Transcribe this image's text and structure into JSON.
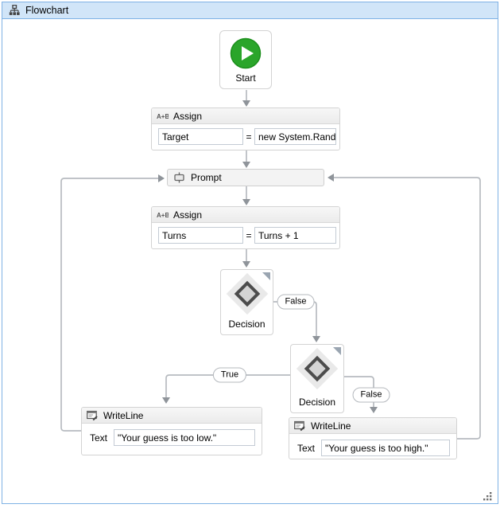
{
  "window": {
    "title": "Flowchart"
  },
  "colors": {
    "frame_border": "#7FB2E5",
    "titlebar_fill": "#D1E5F8",
    "connector_gray": "#B7BBC0",
    "arrow_gray": "#8F949A",
    "start_green": "#2AA52A"
  },
  "nodes": {
    "start": {
      "label": "Start"
    },
    "assign_target": {
      "title": "Assign",
      "lhs": "Target",
      "operator": "=",
      "rhs": "new System.Random"
    },
    "prompt": {
      "title": "Prompt"
    },
    "assign_turns": {
      "title": "Assign",
      "lhs": "Turns",
      "operator": "=",
      "rhs": "Turns + 1"
    },
    "decision_low": {
      "label": "Decision"
    },
    "decision_high": {
      "label": "Decision"
    },
    "writeline_low": {
      "title": "WriteLine",
      "field_label": "Text",
      "value": "\"Your guess is too low.\""
    },
    "writeline_high": {
      "title": "WriteLine",
      "field_label": "Text",
      "value": "\"Your guess is too high.\""
    }
  },
  "branch_labels": {
    "decision_low_false": "False",
    "decision_high_true": "True",
    "decision_high_false": "False"
  }
}
